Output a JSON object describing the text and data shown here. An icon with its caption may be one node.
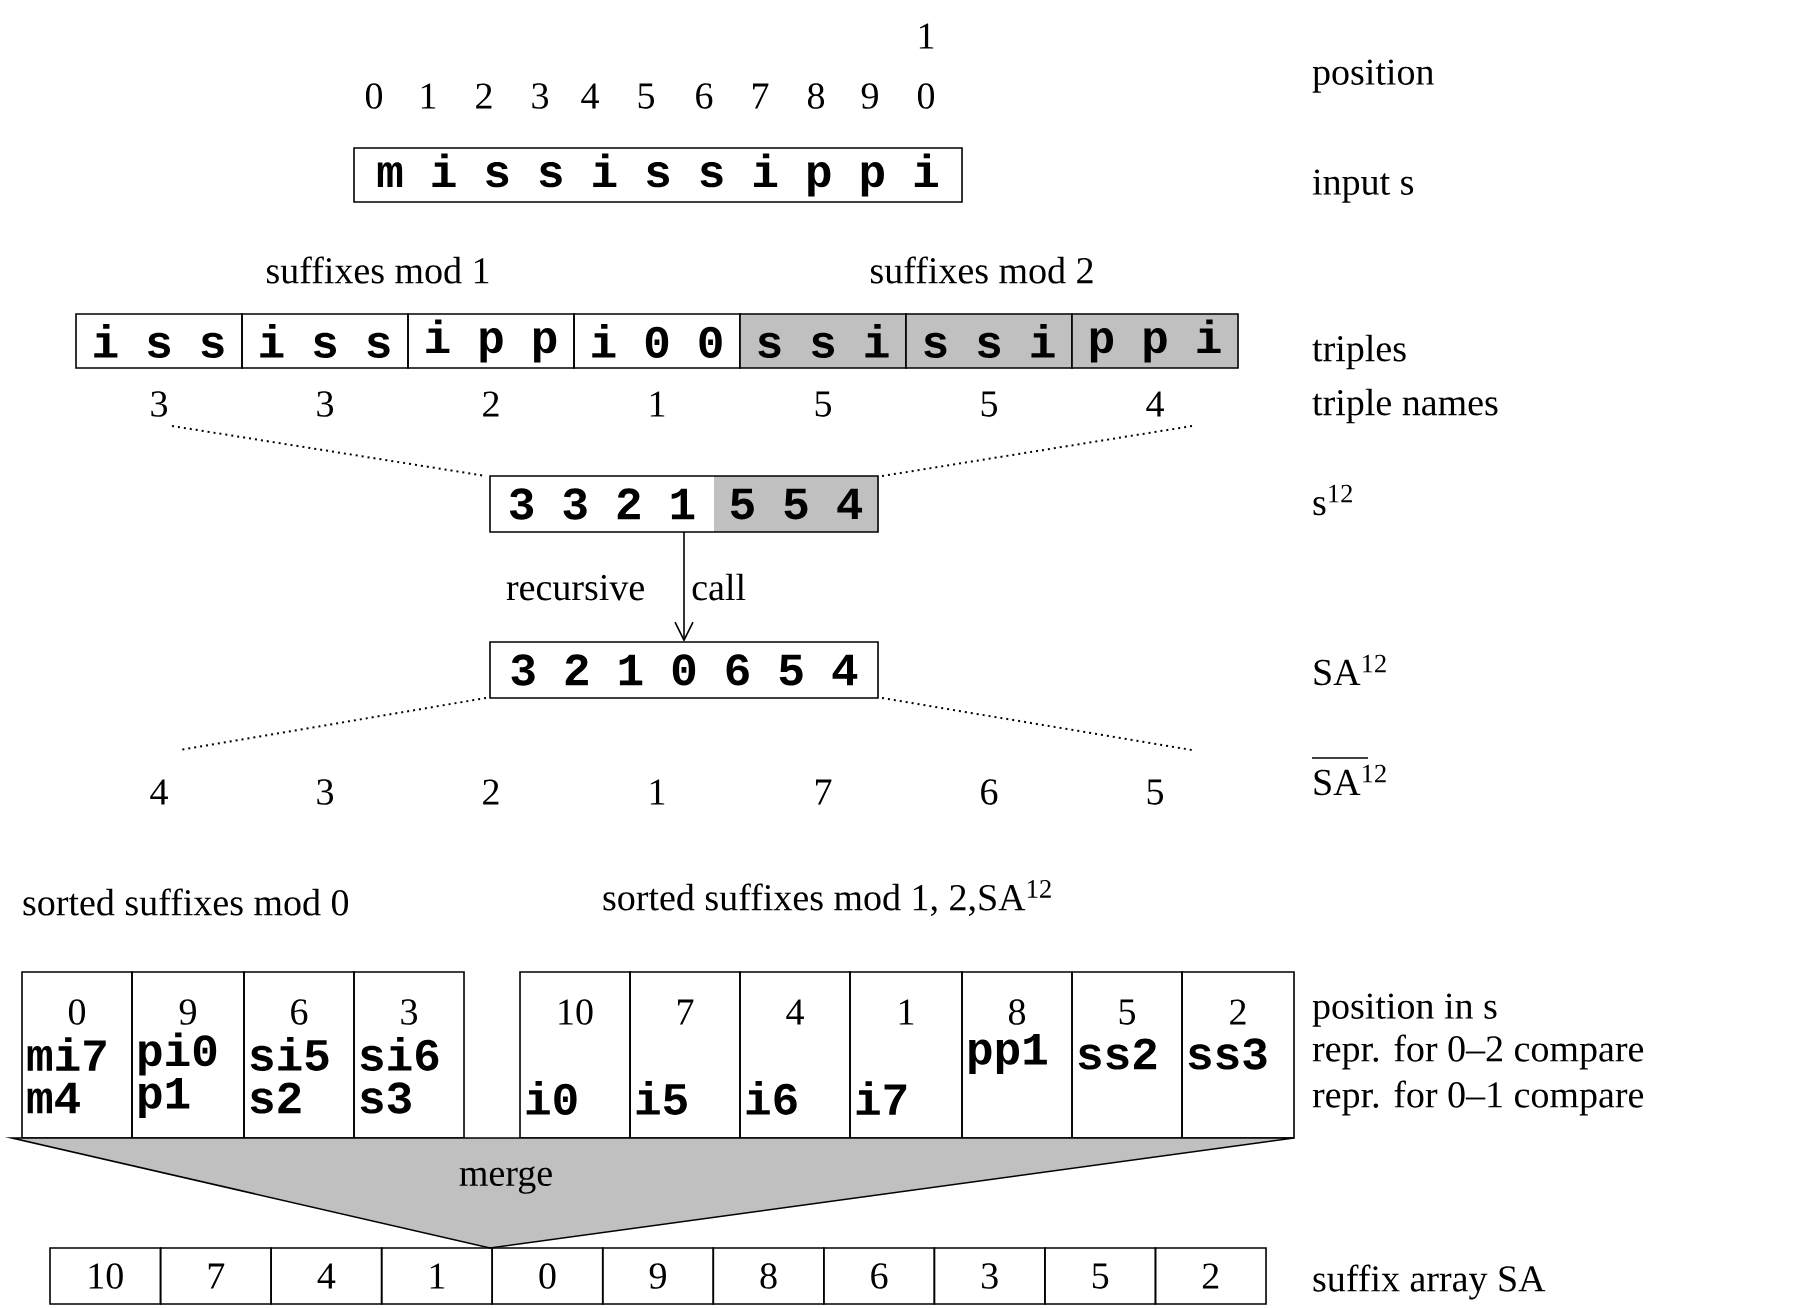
{
  "diagram": {
    "nodes": [
      {
        "text": [
          "m i s s i s s i p p i"
        ]
      },
      {
        "text": [
          "i s s"
        ],
        "beside": [
          "3"
        ]
      },
      {
        "text": [
          "i s s"
        ],
        "beside": [
          "3"
        ]
      },
      {
        "text": [
          "i p p"
        ],
        "beside": [
          "2"
        ]
      },
      {
        "text": [
          "i 0 0"
        ],
        "beside": [
          "1"
        ]
      },
      {
        "text": [
          "s s i"
        ],
        "beside": [
          "5"
        ]
      },
      {
        "text": [
          "s s i"
        ],
        "beside": [
          "5"
        ]
      },
      {
        "text": [
          "p p i"
        ],
        "beside": [
          "4"
        ]
      },
      {
        "text": [
          "3 3 2 1",
          "5 5 4"
        ]
      },
      {
        "text": [
          "3 2 1 0 6 5 4"
        ]
      },
      {
        "text": [
          "0",
          "mi7",
          "m4"
        ]
      },
      {
        "text": [
          "9",
          "pi0",
          "p1"
        ]
      },
      {
        "text": [
          "6",
          "si5",
          "s2"
        ]
      },
      {
        "text": [
          "3",
          "si6",
          "s3"
        ]
      },
      {
        "text": [
          "10",
          "i0"
        ]
      },
      {
        "text": [
          "7",
          "i5"
        ]
      },
      {
        "text": [
          "4",
          "i6"
        ]
      },
      {
        "text": [
          "1",
          "i7"
        ]
      },
      {
        "text": [
          "8",
          "pp1"
        ]
      },
      {
        "text": [
          "5",
          "ss2"
        ]
      },
      {
        "text": [
          "2",
          "ss3"
        ]
      },
      {
        "text": [
          "merge"
        ]
      },
      {
        "text": [
          "10"
        ]
      },
      {
        "text": [
          "7"
        ]
      },
      {
        "text": [
          "4"
        ]
      },
      {
        "text": [
          "1"
        ]
      },
      {
        "text": [
          "0"
        ]
      },
      {
        "text": [
          "9"
        ]
      },
      {
        "text": [
          "8"
        ]
      },
      {
        "text": [
          "6"
        ]
      },
      {
        "text": [
          "3"
        ]
      },
      {
        "text": [
          "5"
        ]
      },
      {
        "text": [
          "2"
        ]
      }
    ],
    "edges": [
      {
        "from": 8,
        "to": 9,
        "arrow": "to",
        "label": "recursive call"
      }
    ],
    "labels": [
      "1",
      "0",
      "1",
      "2",
      "3",
      "4",
      "5",
      "6",
      "7",
      "8",
      "9",
      "0",
      "position",
      "input s",
      "suffixes mod 1",
      "suffixes mod 2",
      "triples",
      "triple names",
      "s$^{12}$",
      "SA$^{12}$",
      "4",
      "3",
      "2",
      "1",
      "7",
      "6",
      "5",
      "SA$^{12}$",
      "sorted suffixes mod 0",
      "sorted suffixes mod 1, 2,SA$^{12}$",
      "position in s",
      "repr. for 0–2 compare",
      "repr. for 0–1 compare",
      "suffix array SA"
    ]
  }
}
